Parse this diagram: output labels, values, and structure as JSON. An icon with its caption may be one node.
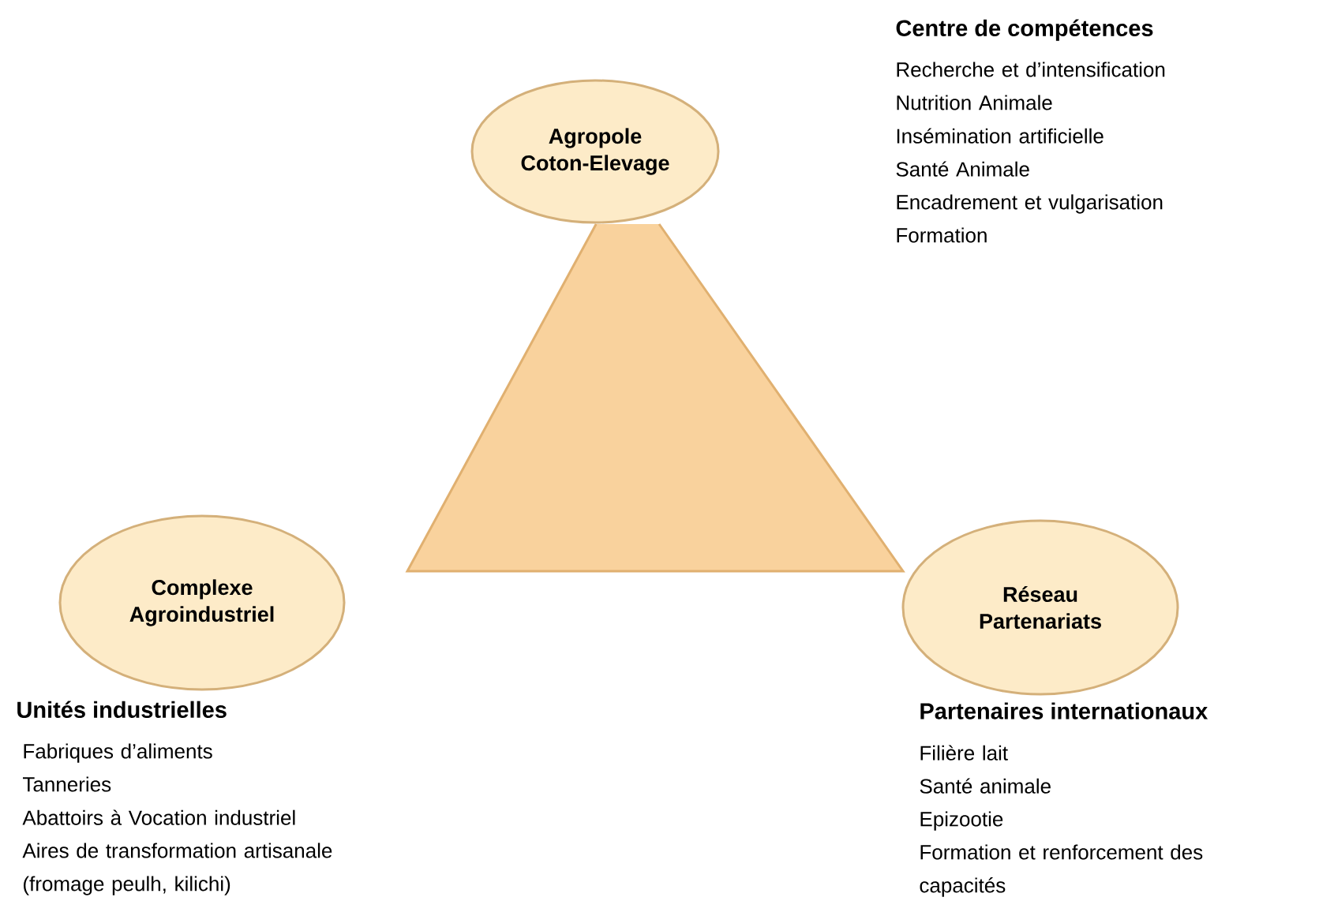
{
  "diagram": {
    "nodes": [
      {
        "text": [],
        "shape": "triangle"
      },
      {
        "text": [
          "Agropole Coton-Elevage"
        ]
      },
      {
        "text": [
          "Complexe Agroindustriel"
        ]
      },
      {
        "text": [
          "Réseau Partenariats"
        ]
      }
    ],
    "edges": [],
    "labels": [
      "Centre de compétences",
      "Recherche et d’intensification",
      "Nutrition Animale",
      "Insémination artificielle",
      "Santé Animale",
      "Encadrement et vulgarisation",
      "Formation",
      "Unités industrielles",
      "Fabriques d’aliments",
      "Tanneries",
      "Abattoirs à Vocation industriel",
      "Aires de transformation artisanale (fromage peulh, kilichi)",
      "Partenaires internationaux",
      "Filière lait",
      "Santé animale",
      "Epizootie",
      "Formation et renforcement des capacités"
    ]
  }
}
